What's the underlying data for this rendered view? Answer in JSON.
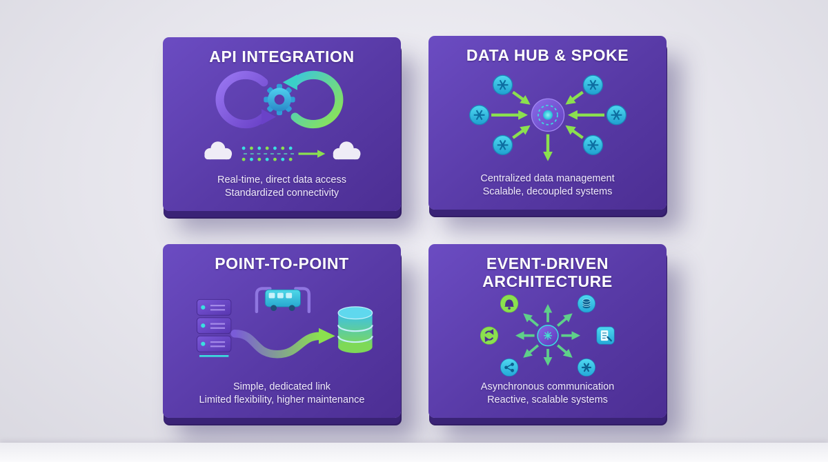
{
  "colors": {
    "background": "#e6e5ec",
    "card_purple": "#583aa6",
    "card_edge": "#3a2376",
    "accent_green": "#8be04f",
    "accent_teal": "#3cc9e8",
    "text": "#ffffff"
  },
  "cards": [
    {
      "id": "api-integration",
      "title": "API INTEGRATION",
      "line1": "Real-time, direct data access",
      "line2": "Standardized connectivity",
      "icons": [
        "sync-loops-icon",
        "gear-icon",
        "cloud-icon",
        "data-flow-dots-icon",
        "flow-arrow-icon"
      ]
    },
    {
      "id": "data-hub-spoke",
      "title": "DATA HUB & SPOKE",
      "line1": "Centralized data management",
      "line2": "Scalable, decoupled systems",
      "icons": [
        "hub-icon",
        "spoke-node-icon",
        "inbound-arrow-icon",
        "down-arrow-icon"
      ]
    },
    {
      "id": "point-to-point",
      "title": "POINT-TO-POINT",
      "line1": "Simple, dedicated link",
      "line2": "Limited flexibility, higher maintenance",
      "icons": [
        "server-icon",
        "bus-icon",
        "curved-arrow-icon",
        "database-cylinder-icon"
      ]
    },
    {
      "id": "event-driven-architecture",
      "title": "EVENT-DRIVEN ARCHITECTURE",
      "line1": "Asynchronous communication",
      "line2": "Reactive, scalable systems",
      "icons": [
        "event-hub-icon",
        "radiating-arrows-icon",
        "bell-icon",
        "refresh-icon",
        "share-icon",
        "database-icon",
        "document-icon",
        "asterisk-icon"
      ]
    }
  ]
}
